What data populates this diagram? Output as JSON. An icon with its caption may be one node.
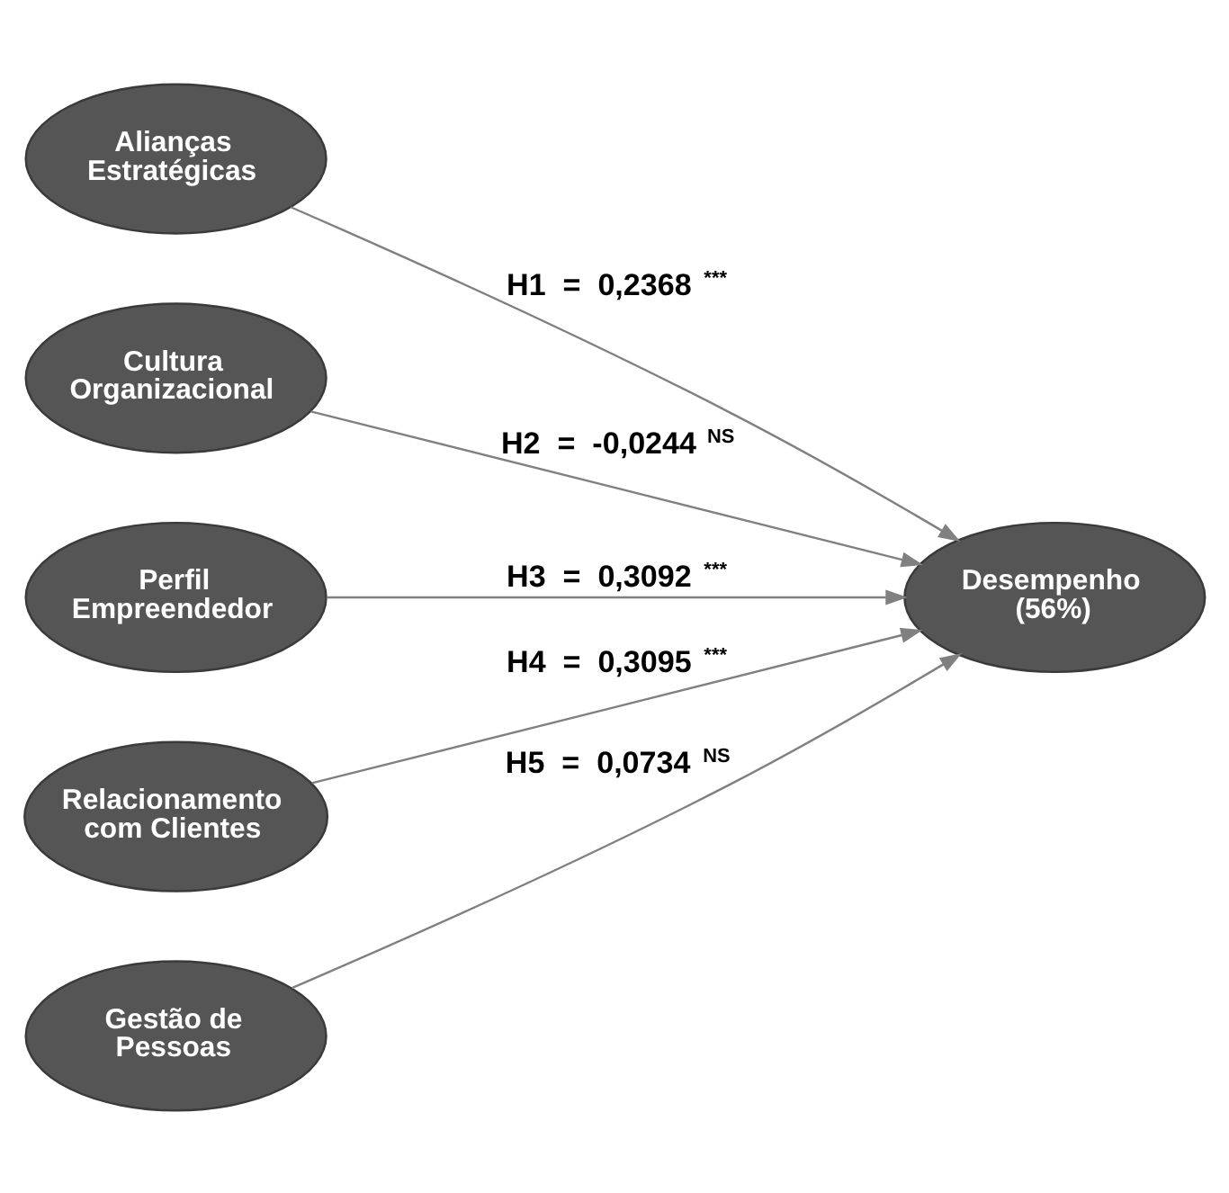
{
  "diagram": {
    "nodes": [
      {
        "text": [
          "Alianças Estratégicas"
        ]
      },
      {
        "text": [
          "Cultura Organizacional"
        ]
      },
      {
        "text": [
          "Perfil Empreendedor"
        ]
      },
      {
        "text": [
          "Relacionamento com Clientes"
        ]
      },
      {
        "text": [
          "Gestão de Pessoas"
        ]
      },
      {
        "text": [
          "Desempenho (56%)"
        ]
      }
    ],
    "edges": [
      {
        "from": 0,
        "to": 5,
        "arrow": "to",
        "label": "H1 = 0,2368 $^{***}$"
      },
      {
        "from": 1,
        "to": 5,
        "arrow": "to",
        "label": "H2 = -0,0244 $^{NS}$"
      },
      {
        "from": 2,
        "to": 5,
        "arrow": "to",
        "label": "H3 = 0,3092 $^{***}$"
      },
      {
        "from": 3,
        "to": 5,
        "arrow": "to",
        "label": "H4 = 0,3095 $^{***}$"
      },
      {
        "from": 4,
        "to": 5,
        "arrow": "to",
        "label": "H5 = 0,0734 $^{NS}$"
      }
    ]
  }
}
